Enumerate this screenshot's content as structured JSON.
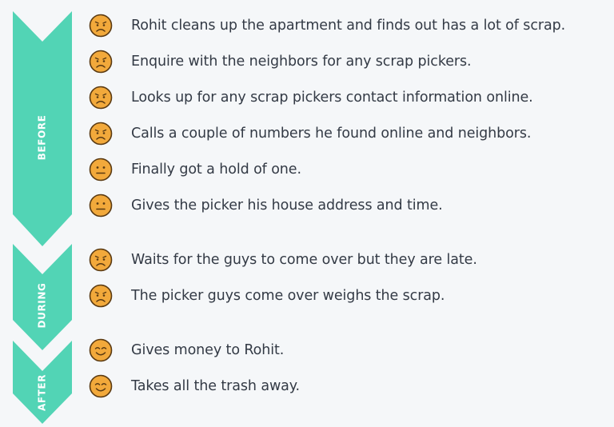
{
  "phases": [
    {
      "label": "BEFORE"
    },
    {
      "label": "DURING"
    },
    {
      "label": "AFTER"
    }
  ],
  "steps": [
    {
      "text": "Rohit cleans up the apartment and finds out has a lot of scrap.",
      "emotion": "worried-face-icon"
    },
    {
      "text": "Enquire with the neighbors for any scrap pickers.",
      "emotion": "worried-face-icon"
    },
    {
      "text": "Looks up for any scrap pickers contact information online.",
      "emotion": "worried-face-icon"
    },
    {
      "text": "Calls a couple of numbers he found online and neighbors.",
      "emotion": "worried-face-icon"
    },
    {
      "text": "Finally got a hold of one.",
      "emotion": "neutral-face-icon"
    },
    {
      "text": "Gives the picker his house address and time.",
      "emotion": "neutral-face-icon"
    },
    {
      "text": "Waits for the guys to come over but they are late.",
      "emotion": "worried-face-icon"
    },
    {
      "text": "The picker guys come over weighs the scrap.",
      "emotion": "worried-face-icon"
    },
    {
      "text": "Gives money to Rohit.",
      "emotion": "smiling-face-icon"
    },
    {
      "text": "Takes all the trash away.",
      "emotion": "smiling-face-icon"
    }
  ],
  "colors": {
    "phase_fill": "#52d4b5",
    "face_fill": "#f2a93b",
    "face_stroke": "#5a3a12",
    "text": "#333a45"
  }
}
